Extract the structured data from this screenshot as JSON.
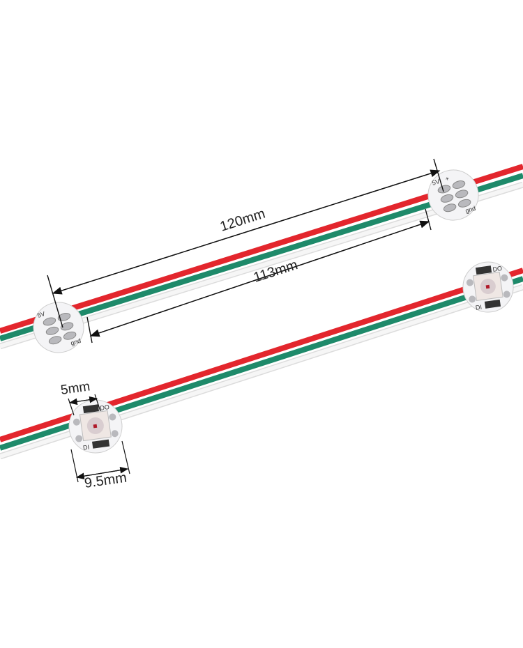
{
  "dimensions": {
    "pitch_label": "120mm",
    "gap_label": "113mm",
    "led_size_label": "5mm",
    "board_diameter_label": "9.5mm"
  },
  "pcb_markings": {
    "voltage": "5V",
    "plus": "+",
    "ground": "gnd",
    "data_in": "DI",
    "data_out": "DO"
  },
  "colors": {
    "wire_red": "#e3262d",
    "wire_green": "#1e8a6a",
    "wire_white": "#f2f2f2",
    "pcb": "#f4f4f6",
    "led_body": "#efe7e4"
  }
}
